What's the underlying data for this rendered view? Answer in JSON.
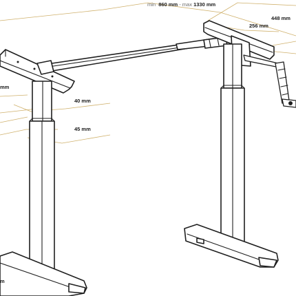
{
  "dimensions": {
    "height_range": {
      "min_prefix": "min",
      "min_value": "860 mm",
      "separator": " - max ",
      "max_value": "1330 mm"
    },
    "frame_depth": "448 mm",
    "bracket_width": "256 mm",
    "upper_column": "40 mm",
    "lower_column": "45 mm",
    "cut_left_upper": "mm",
    "cut_left_bottom": "m"
  },
  "colors": {
    "dimension_line": "#cfb06b",
    "frame_stroke": "#1f1f1f",
    "background": "#ffffff"
  },
  "icons": {
    "crank": "hand-crank-icon"
  }
}
